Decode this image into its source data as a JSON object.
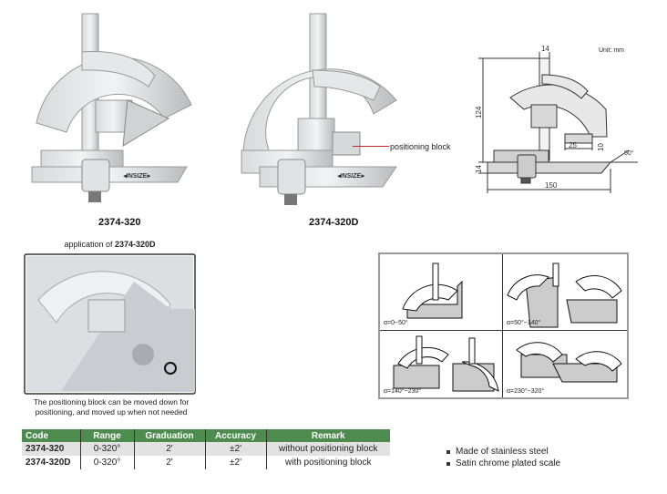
{
  "products": [
    {
      "code": "2374-320",
      "brand": "INSIZE"
    },
    {
      "code": "2374-320D",
      "brand": "INSIZE",
      "callout": "positioning block"
    }
  ],
  "drawing": {
    "unit": "Unit: mm",
    "dims": {
      "top_width": "14",
      "height": "124",
      "base_thickness": "14",
      "length": "150",
      "block_width": "25",
      "block_height": "10",
      "angle": "50°"
    }
  },
  "application": {
    "prefix": "application of ",
    "code": "2374-320D",
    "caption_line1": "The positioning block can be moved down for",
    "caption_line2": "positioning, and moved up when not needed"
  },
  "ranges": [
    "α=0~50°",
    "α=50°~140°",
    "α=140°~230°",
    "α=230°~320°"
  ],
  "table": {
    "headers": [
      "Code",
      "Range",
      "Graduation",
      "Accuracy",
      "Remark"
    ],
    "rows": [
      [
        "2374-320",
        "0-320°",
        "2'",
        "±2'",
        "without positioning block"
      ],
      [
        "2374-320D",
        "0-320°",
        "2'",
        "±2'",
        "with positioning block"
      ]
    ]
  },
  "features": [
    "Made of stainless steel",
    "Satin chrome plated scale"
  ],
  "colors": {
    "header_green": "#4e8b4e",
    "callout_red": "#c0282d"
  }
}
